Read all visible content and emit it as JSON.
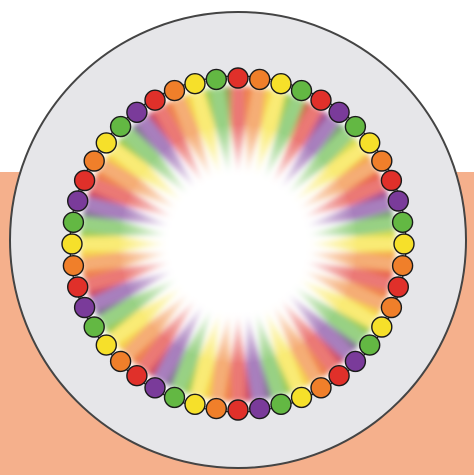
{
  "illustration": {
    "subject": "rainbow-bead-ring",
    "colors": {
      "background_top": "#ffffff",
      "background_band": "#f5b08c",
      "outer_disc": "#e6e6e9",
      "outer_disc_stroke": "#444444",
      "inner_glow": "#ffffff",
      "bead_stroke": "#1a1a1a"
    },
    "bead_palette": [
      {
        "name": "red",
        "hex": "#e0302a"
      },
      {
        "name": "orange",
        "hex": "#f07f2a"
      },
      {
        "name": "yellow",
        "hex": "#f6e02a"
      },
      {
        "name": "green",
        "hex": "#63b843"
      },
      {
        "name": "purple",
        "hex": "#7a3b9a"
      }
    ],
    "bead_sequence": [
      "red",
      "orange",
      "yellow",
      "green",
      "red",
      "purple",
      "green",
      "yellow",
      "orange",
      "red",
      "purple",
      "green",
      "yellow",
      "orange",
      "red",
      "orange",
      "yellow",
      "green",
      "purple",
      "red",
      "orange",
      "yellow",
      "green",
      "purple",
      "red",
      "orange",
      "yellow",
      "green",
      "purple",
      "red",
      "orange",
      "yellow",
      "green",
      "purple",
      "red",
      "orange",
      "yellow",
      "green",
      "purple",
      "red",
      "orange",
      "yellow",
      "green",
      "purple",
      "red",
      "orange",
      "yellow",
      "green"
    ]
  }
}
